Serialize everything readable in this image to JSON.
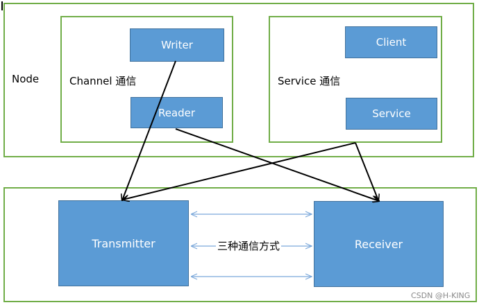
{
  "node_label": "Node",
  "channel": {
    "label": "Channel 通信",
    "writer": "Writer",
    "reader": "Reader"
  },
  "service": {
    "label": "Service 通信",
    "client": "Client",
    "service": "Service"
  },
  "transmitter": "Transmitter",
  "receiver": "Receiver",
  "comm_methods": "三种通信方式",
  "watermark": "CSDN @H-KING",
  "colors": {
    "frame": "#70ad47",
    "box_fill": "#5b9bd5",
    "box_border": "#41719c",
    "arrow": "#000000",
    "double_arrow": "#7aa7d9"
  }
}
